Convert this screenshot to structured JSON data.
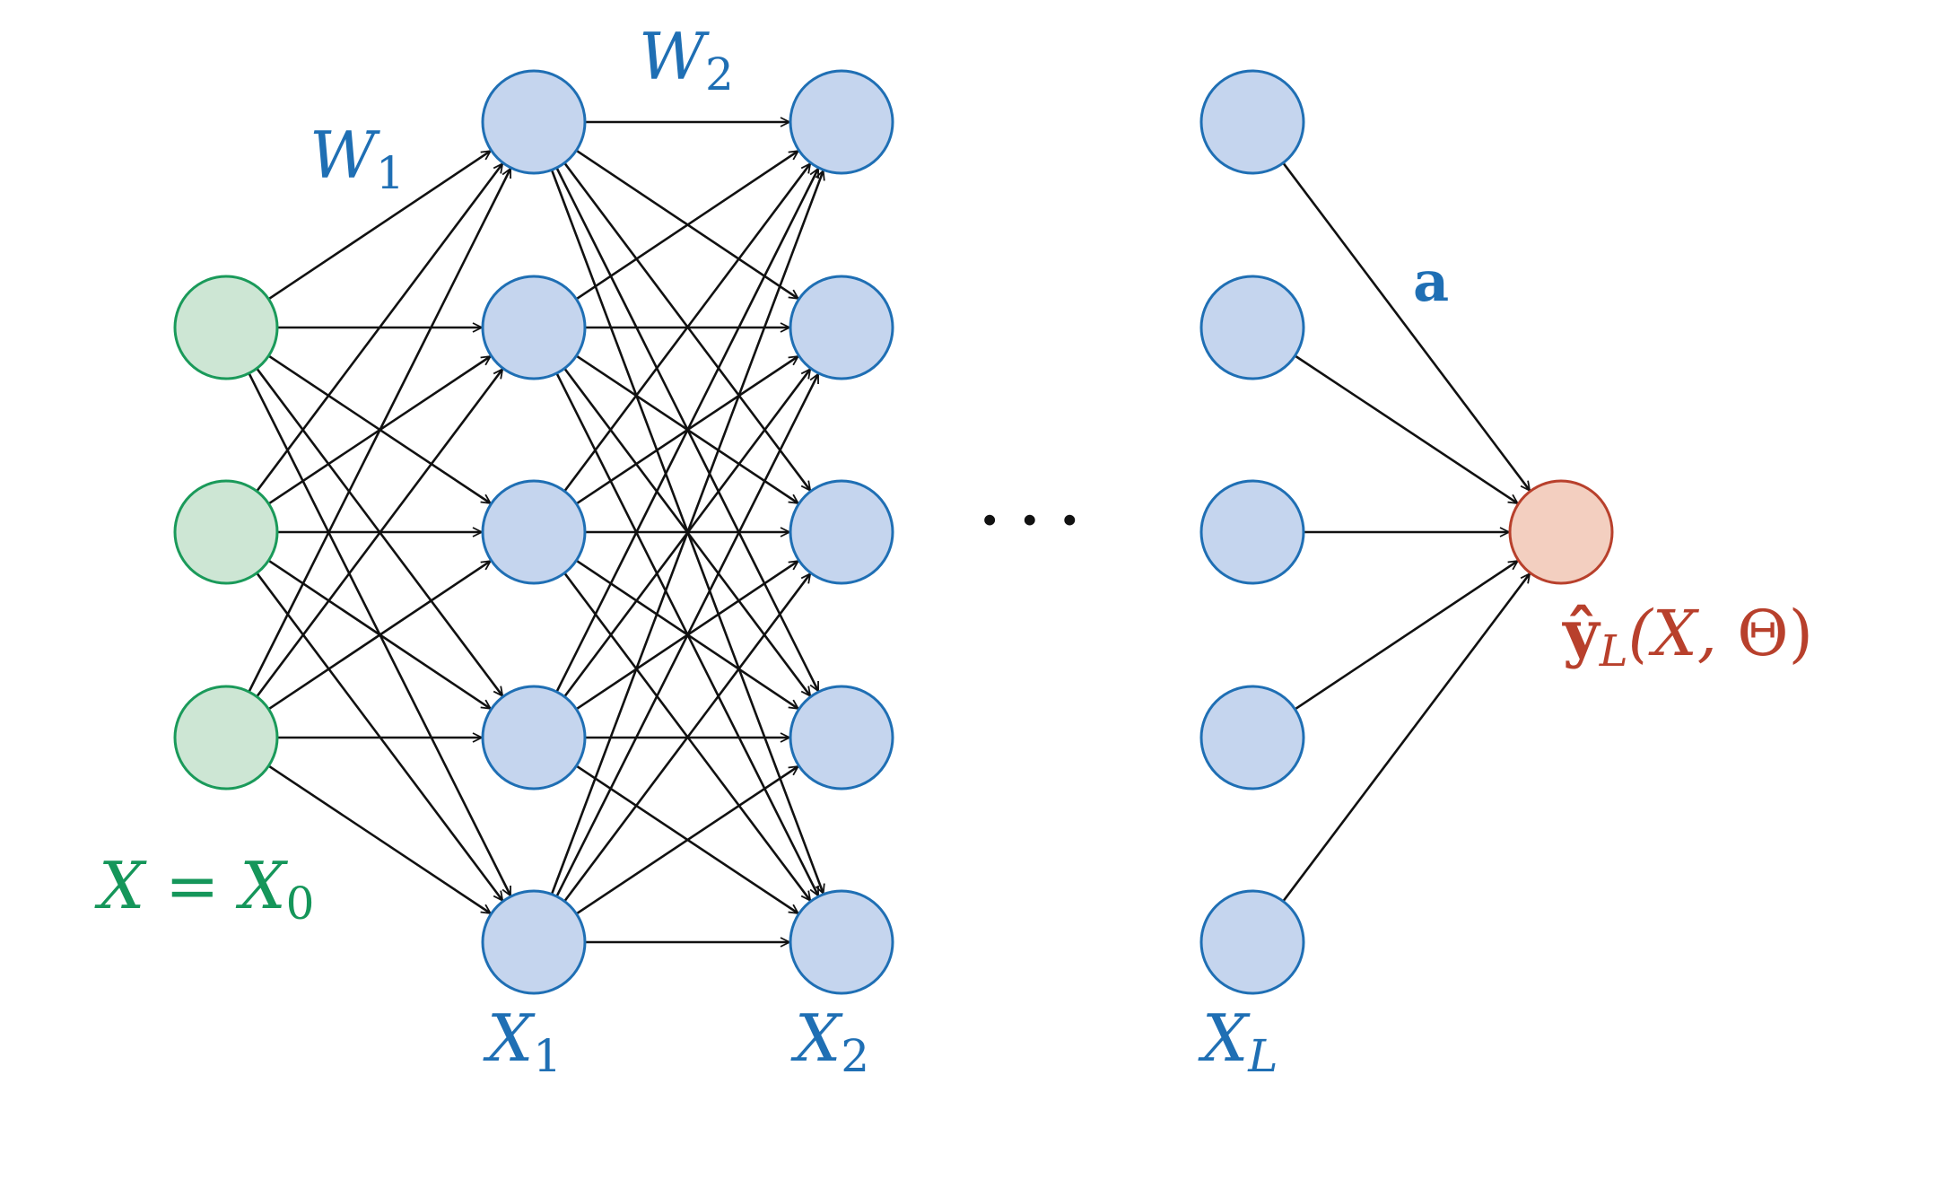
{
  "colors": {
    "input_fill": "#cde6d4",
    "input_stroke": "#1a9a5a",
    "hidden_fill": "#c5d5ee",
    "hidden_stroke": "#1f6fb4",
    "output_fill": "#f3cfc0",
    "output_stroke": "#b8402c",
    "edge": "#111111",
    "label_green": "#15965a",
    "label_blue": "#1f6fb4",
    "label_red": "#b8402c"
  },
  "layers": {
    "input": {
      "count": 3
    },
    "hidden1": {
      "count": 5
    },
    "hidden2": {
      "count": 5
    },
    "last": {
      "count": 5
    },
    "output": {
      "count": 1
    }
  },
  "labels": {
    "x0_main": "X = X",
    "x0_sub": "0",
    "w1_main": "W",
    "w1_sub": "1",
    "w2_main": "W",
    "w2_sub": "2",
    "x1_main": "X",
    "x1_sub": "1",
    "x2_main": "X",
    "x2_sub": "2",
    "xl_main": "X",
    "xl_sub": "L",
    "a_label": "a",
    "ellipsis": "· · ·",
    "y_hat": "ŷ",
    "y_sub": "L",
    "y_args_open": "(X, ",
    "y_theta": "Θ",
    "y_args_close": ")"
  }
}
